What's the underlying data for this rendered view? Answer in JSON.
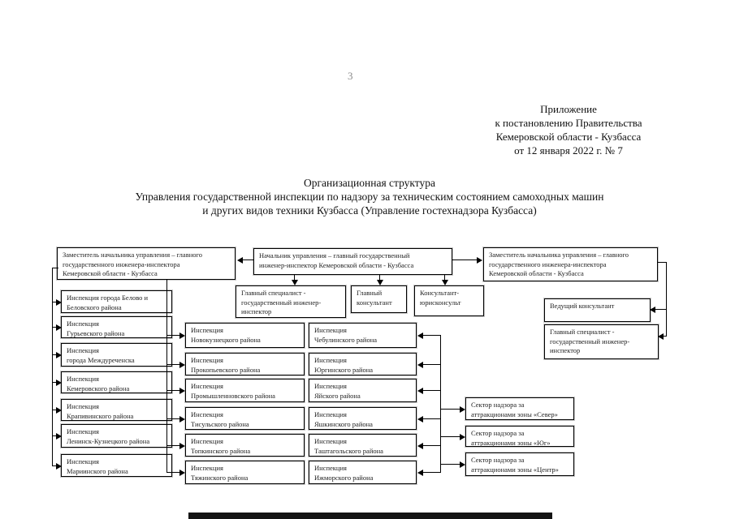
{
  "page": {
    "number": "3"
  },
  "header": {
    "text": "Приложение\nк постановлению   Правительства\nКемеровской  области - Кузбасса\nот 12 января 2022 г. № 7"
  },
  "title": {
    "text": "Организационная структура\nУправления государственной инспекции по надзору за техническим состоянием самоходных машин\nи других видов техники Кузбасса (Управление гостехнадзора Кузбасса)"
  },
  "org": {
    "left_deputy": "Заместитель начальника управления – главного\nгосударственного  инженера-инспектора\nКемеровской области - Кузбасса",
    "chief": "Начальник управления – главный государственный\nинженер-инспектор Кемеровской области - Кузбасса",
    "right_deputy": "Заместитель начальника управления – главного\nгосударственного  инженера-инспектора\nКемеровской области - Кузбасса",
    "chief_specialist": "Главный специалист  -\nгосударственный инженер-\nинспектор",
    "chief_consultant": "Главный\nконсультант",
    "consultant_lawyer": "Консультант-\nюрисконсульт",
    "leading_consultant": "Ведущий  консультант",
    "chief_specialist_right": "Главный специалист   -\nгосударственный инженер-\nинспектор",
    "left_column": [
      "Инспекция  города Белово и\nБеловского района",
      "Инспекция\nГурьевского района",
      "Инспекция\nгорода Междуреченска",
      "Инспекция\nКемеровского района",
      "Инспекция\nКрапивинского района",
      "Инспекция\nЛенинск-Кузнецкого района",
      "Инспекция\nМариинского района"
    ],
    "mid_left_column": [
      "Инспекция\nНовокузнецкого района",
      "Инспекция\nПрокопьевского района",
      "Инспекция\nПромышленновского района",
      "Инспекция\nТисульского района",
      "Инспекция\nТопкинского района",
      "Инспекция\nТяжинского района"
    ],
    "mid_right_column": [
      "Инспекция\nЧебулинского района",
      "Инспекция\nЮргинского района",
      "Инспекция\nЯйского района",
      "Инспекция\nЯшкинского района",
      "Инспекция\nТаштагольского района",
      "Инспекция\nИжморского района"
    ],
    "sectors": [
      "Сектор надзора за\nаттракционами  зоны «Север»",
      "Сектор надзора за\nаттракционами  зоны  «Юг»",
      "Сектор надзора за\nаттракционами  зоны «Центр»"
    ]
  }
}
